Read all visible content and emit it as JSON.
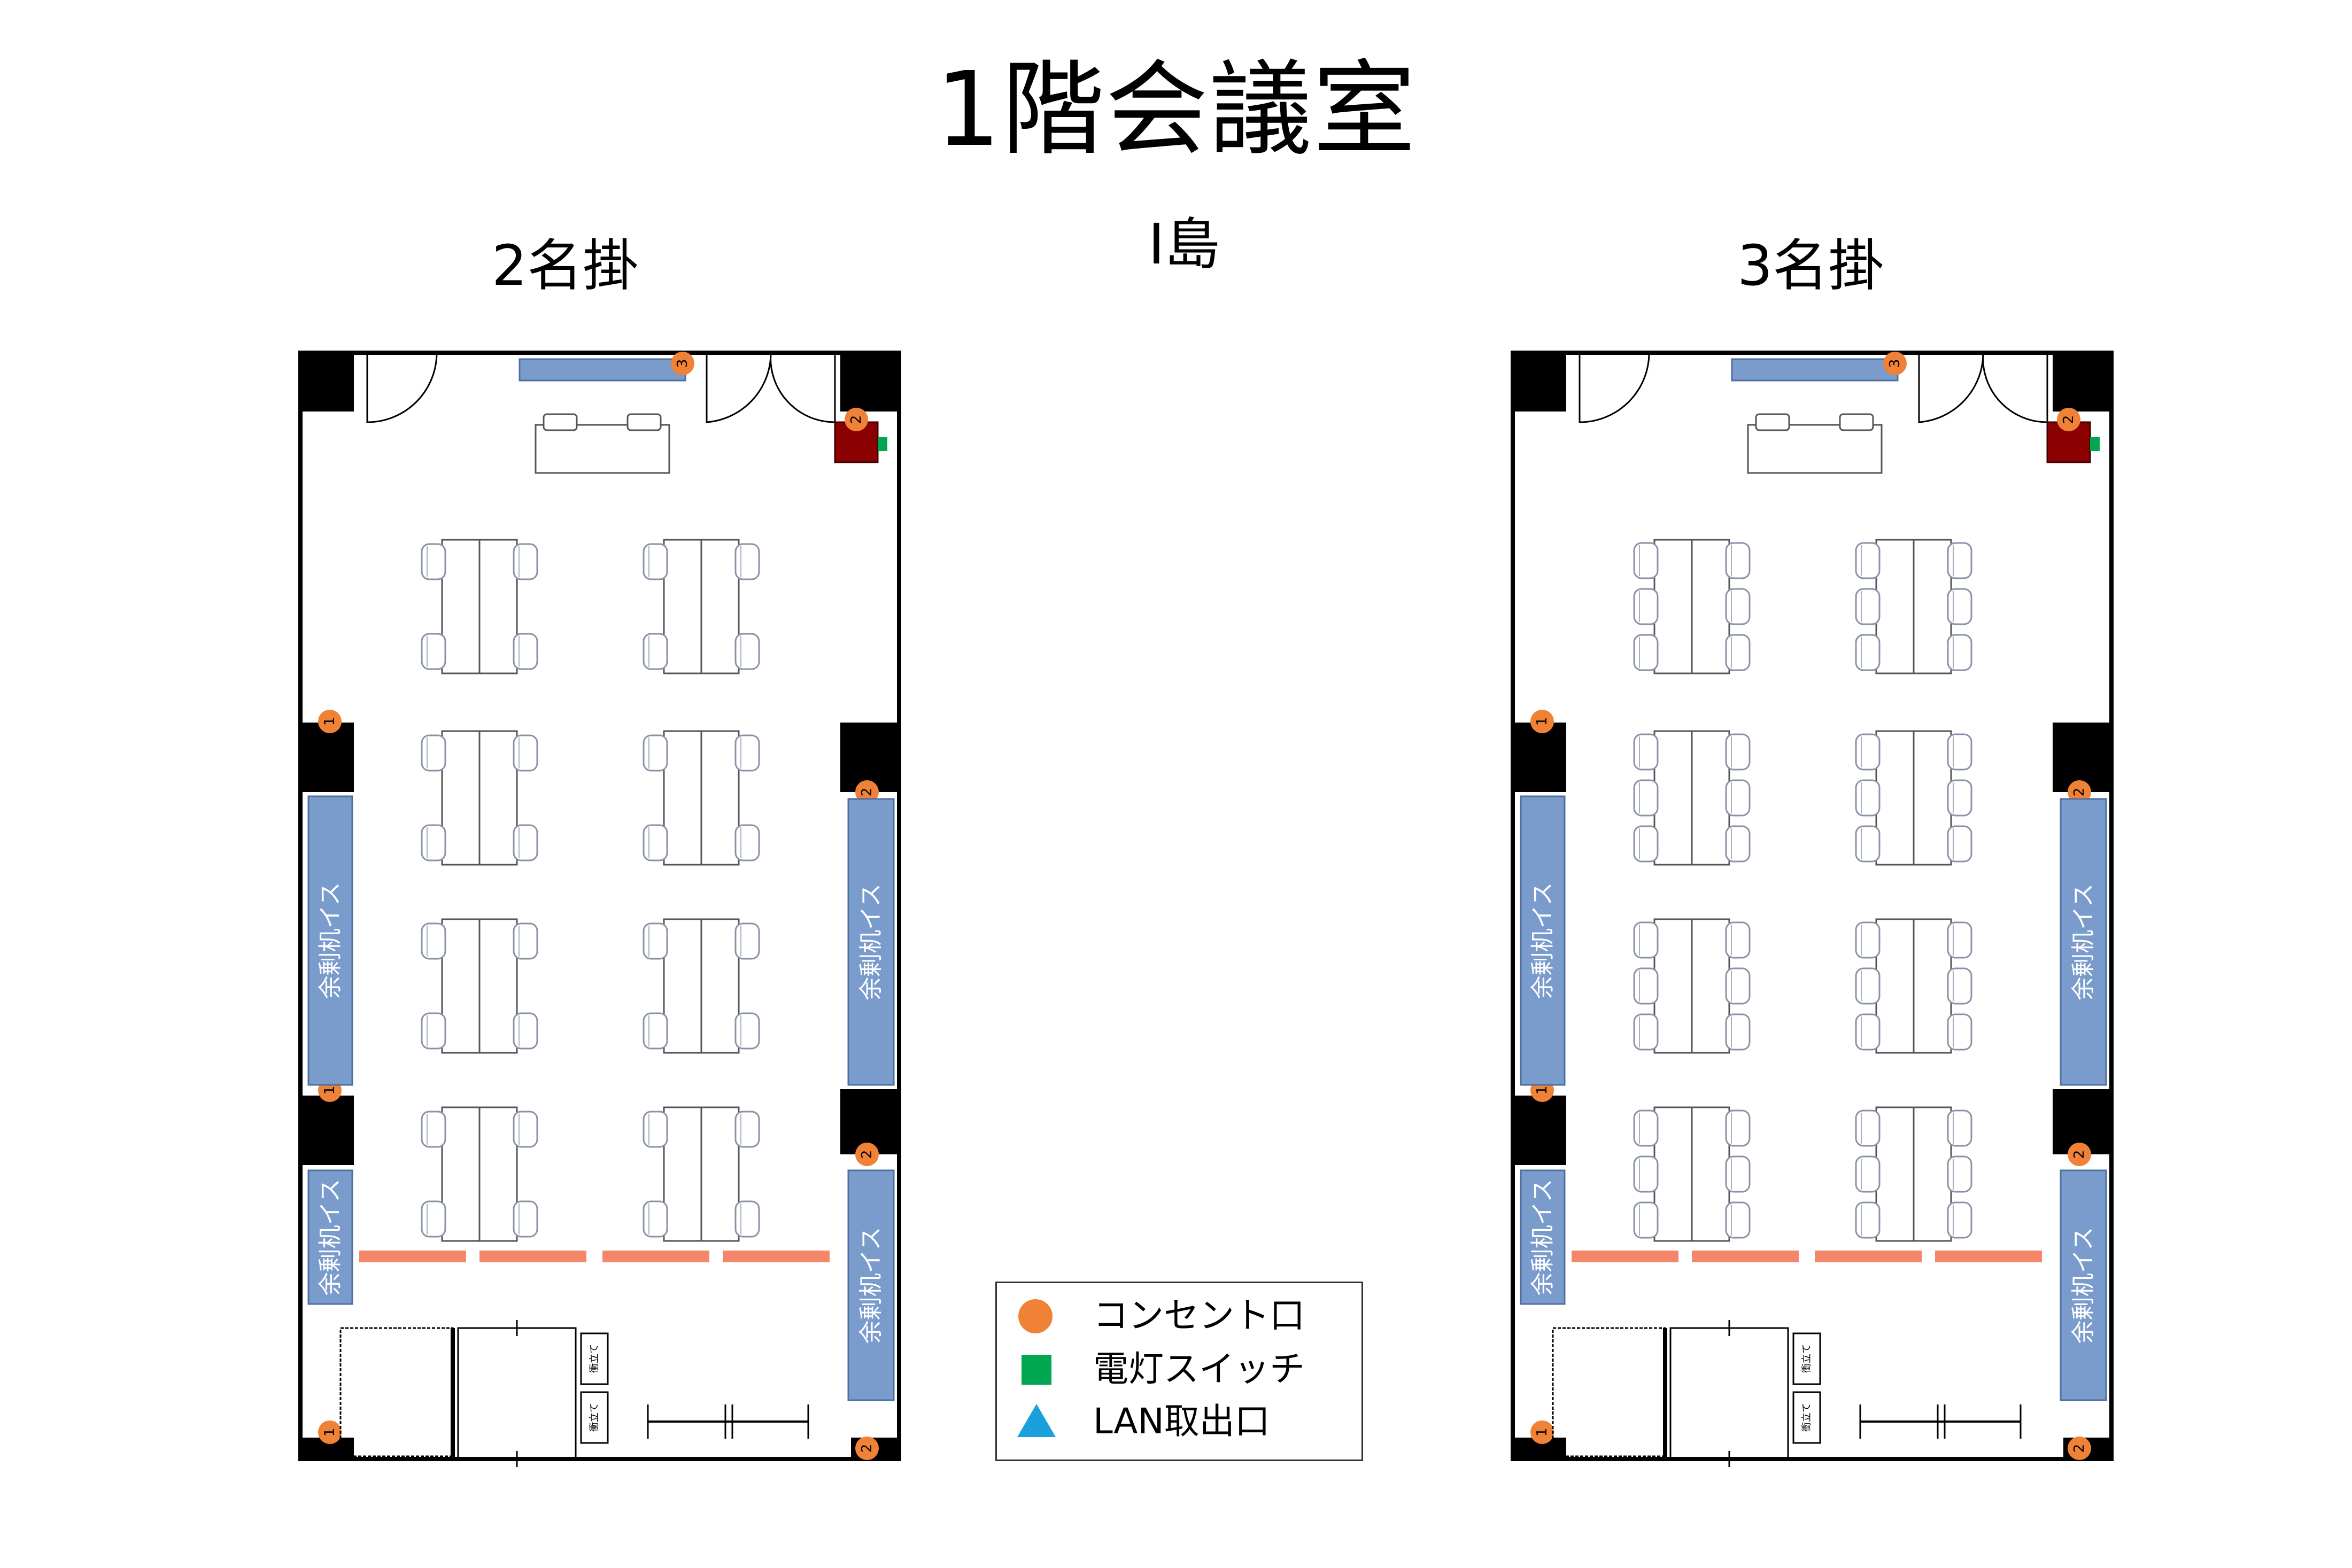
{
  "title": "1階会議室",
  "layouts": {
    "left": {
      "label": "2名掛",
      "seats_per_table": 2
    },
    "middle_label": "I島",
    "right": {
      "label": "3名掛",
      "seats_per_table": 3
    }
  },
  "room_labels": {
    "spare": "余剰机イス",
    "outlet_1": "1",
    "outlet_2": "2",
    "tag": "衝立て"
  },
  "legend": {
    "outlet": "コンセント口",
    "switch": "電灯スイッチ",
    "lan": "LAN取出口"
  },
  "colors": {
    "outlet": "#ef8236",
    "switch": "#00a650",
    "lan": "#1aa0dd",
    "spare_furniture": "#7a9ccc",
    "partition": "#f4866a",
    "cabinet": "#8b0000"
  }
}
